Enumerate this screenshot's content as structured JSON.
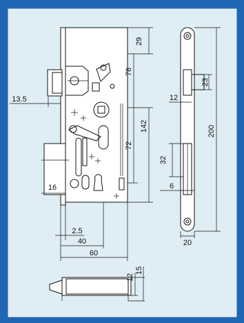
{
  "colors": {
    "frame": "#1f67b6",
    "panel": "#dfeef4",
    "line": "#111111"
  },
  "dimensions": {
    "d29": "29",
    "d78": "78",
    "d142": "142",
    "d72": "72",
    "d13_5": "13.5",
    "d16": "16",
    "d2_5": "2.5",
    "d40": "40",
    "d60": "60",
    "d23": "23",
    "d12_plate": "12",
    "d200": "200",
    "d32": "32",
    "d6": "6",
    "d20": "20",
    "d12_bottom": "12",
    "d15": "15"
  }
}
